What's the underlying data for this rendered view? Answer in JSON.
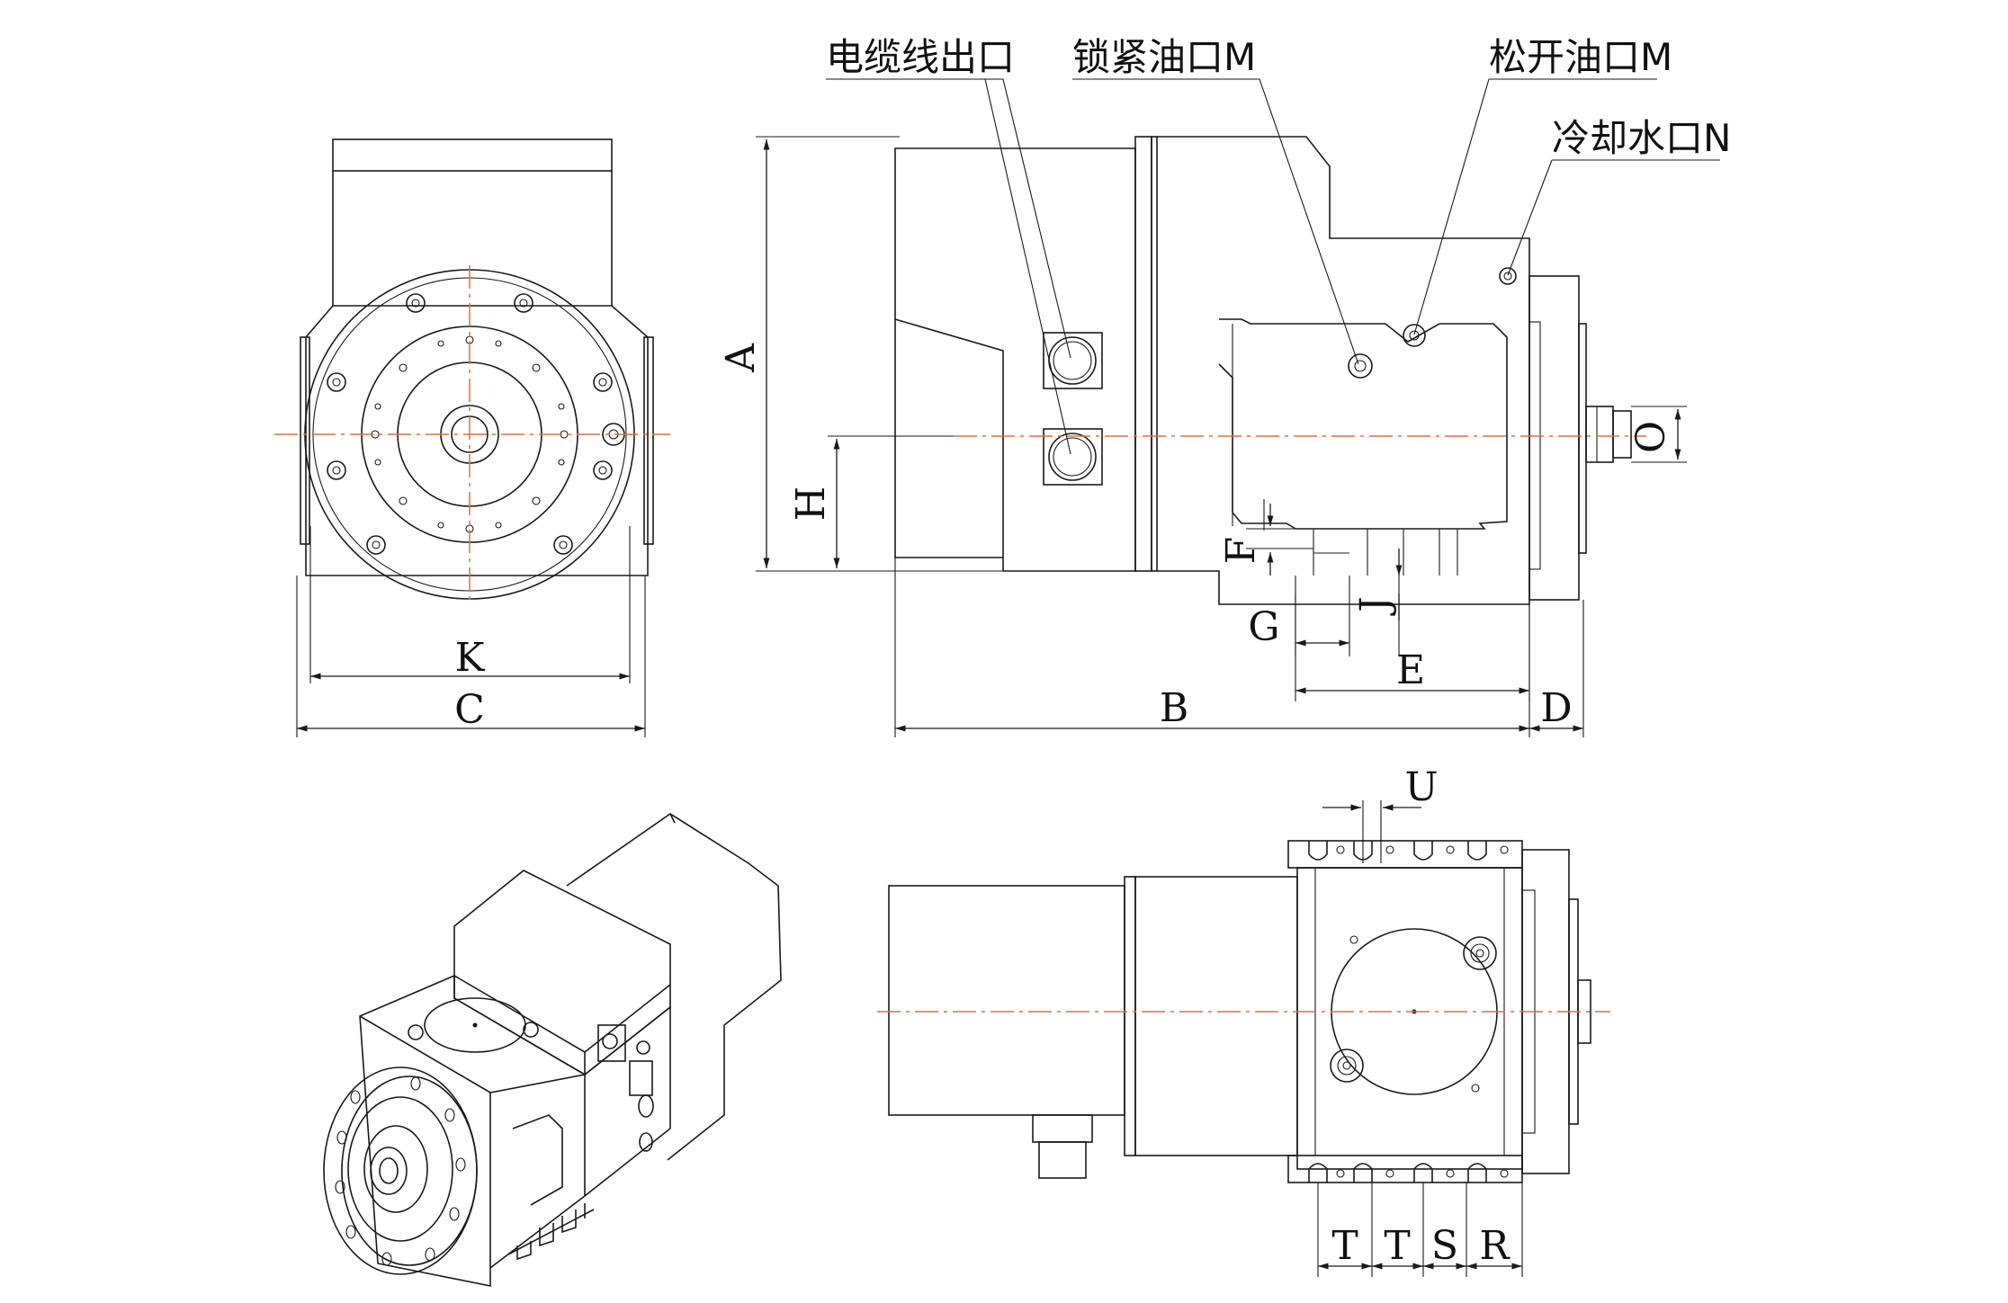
{
  "callouts": {
    "cable_outlet": "电缆线出口",
    "lock_oil_port": "锁紧油口M",
    "release_oil_port": "松开油口M",
    "coolant_port": "冷却水口N"
  },
  "dims": {
    "A": "A",
    "B": "B",
    "C": "C",
    "D": "D",
    "E": "E",
    "F": "F",
    "G": "G",
    "H": "H",
    "J": "J",
    "K": "K",
    "O": "O",
    "R": "R",
    "S": "S",
    "T1": "T",
    "T2": "T",
    "U": "U"
  },
  "colors": {
    "line": "#1a1a1a",
    "centerline": "#e0703a"
  }
}
